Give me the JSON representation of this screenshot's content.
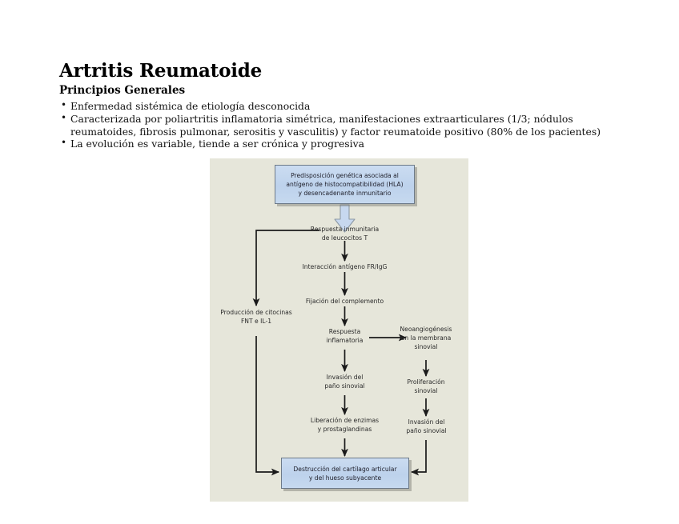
{
  "document": {
    "title": "Artritis Reumatoide",
    "subtitle": "Principios Generales",
    "bullets": [
      "Enfermedad sistémica de etiología desconocida",
      "Caracterizada por poliartritis inflamatoria simétrica, manifestaciones extraarticulares (1/3; nódulos reumatoides, fibrosis pulmonar, serositis y vasculitis) y factor reumatoide positivo (80% de los pacientes)",
      "La evolución es variable, tiende a ser crónica y progresiva"
    ]
  },
  "diagram": {
    "background_color": "#e6e6da",
    "box_fill_color": "#c3d6ee",
    "box_border_color": "#6d7a88",
    "nodes": {
      "genetic_predisposition": "Predisposición genética asociada al antígeno de histocompatibilidad (HLA) y desencadenante inmunitario",
      "immune_response": "Respuesta inmunitaria de leucocitos T",
      "antigen_interaction": "Interacción antígeno FR/IgG",
      "complement_fixation": "Fijación del complemento",
      "cytokine_production": "Producción de citocinas FNT e IL-1",
      "inflammatory_response": "Respuesta inflamatoria",
      "neoangiogenesis": "Neoangiogénesis en la membrana sinovial",
      "pannus_invasion_center": "Invasión del paño sinovial",
      "synovial_proliferation": "Proliferación sinovial",
      "enzyme_release": "Liberación de enzimas y prostaglandinas",
      "pannus_invasion_right": "Invasión del paño sinovial",
      "cartilage_destruction": "Destrucción del cartílago articular y del hueso subyacente"
    },
    "node_lines": {
      "genetic_predisposition": [
        "Predisposición genética asociada al",
        "antígeno de histocompatibilidad (HLA)",
        "y desencadenante inmunitario"
      ],
      "immune_response": [
        "Respuesta inmunitaria",
        "de leucocitos T"
      ],
      "antigen_interaction": [
        "Interacción antígeno FR/IgG"
      ],
      "complement_fixation": [
        "Fijación del complemento"
      ],
      "cytokine_production": [
        "Producción de citocinas",
        "FNT e IL-1"
      ],
      "inflammatory_response": [
        "Respuesta",
        "inflamatoria"
      ],
      "neoangiogenesis": [
        "Neoangiogénesis",
        "en la membrana",
        "sinovial"
      ],
      "pannus_invasion_center": [
        "Invasión del",
        "paño sinovial"
      ],
      "synovial_proliferation": [
        "Proliferación",
        "sinovial"
      ],
      "enzyme_release": [
        "Liberación de enzimas",
        "y prostaglandinas"
      ],
      "pannus_invasion_right": [
        "Invasión del",
        "paño sinovial"
      ],
      "cartilage_destruction": [
        "Destrucción del cartílago articular",
        "y del hueso subyacente"
      ]
    }
  }
}
